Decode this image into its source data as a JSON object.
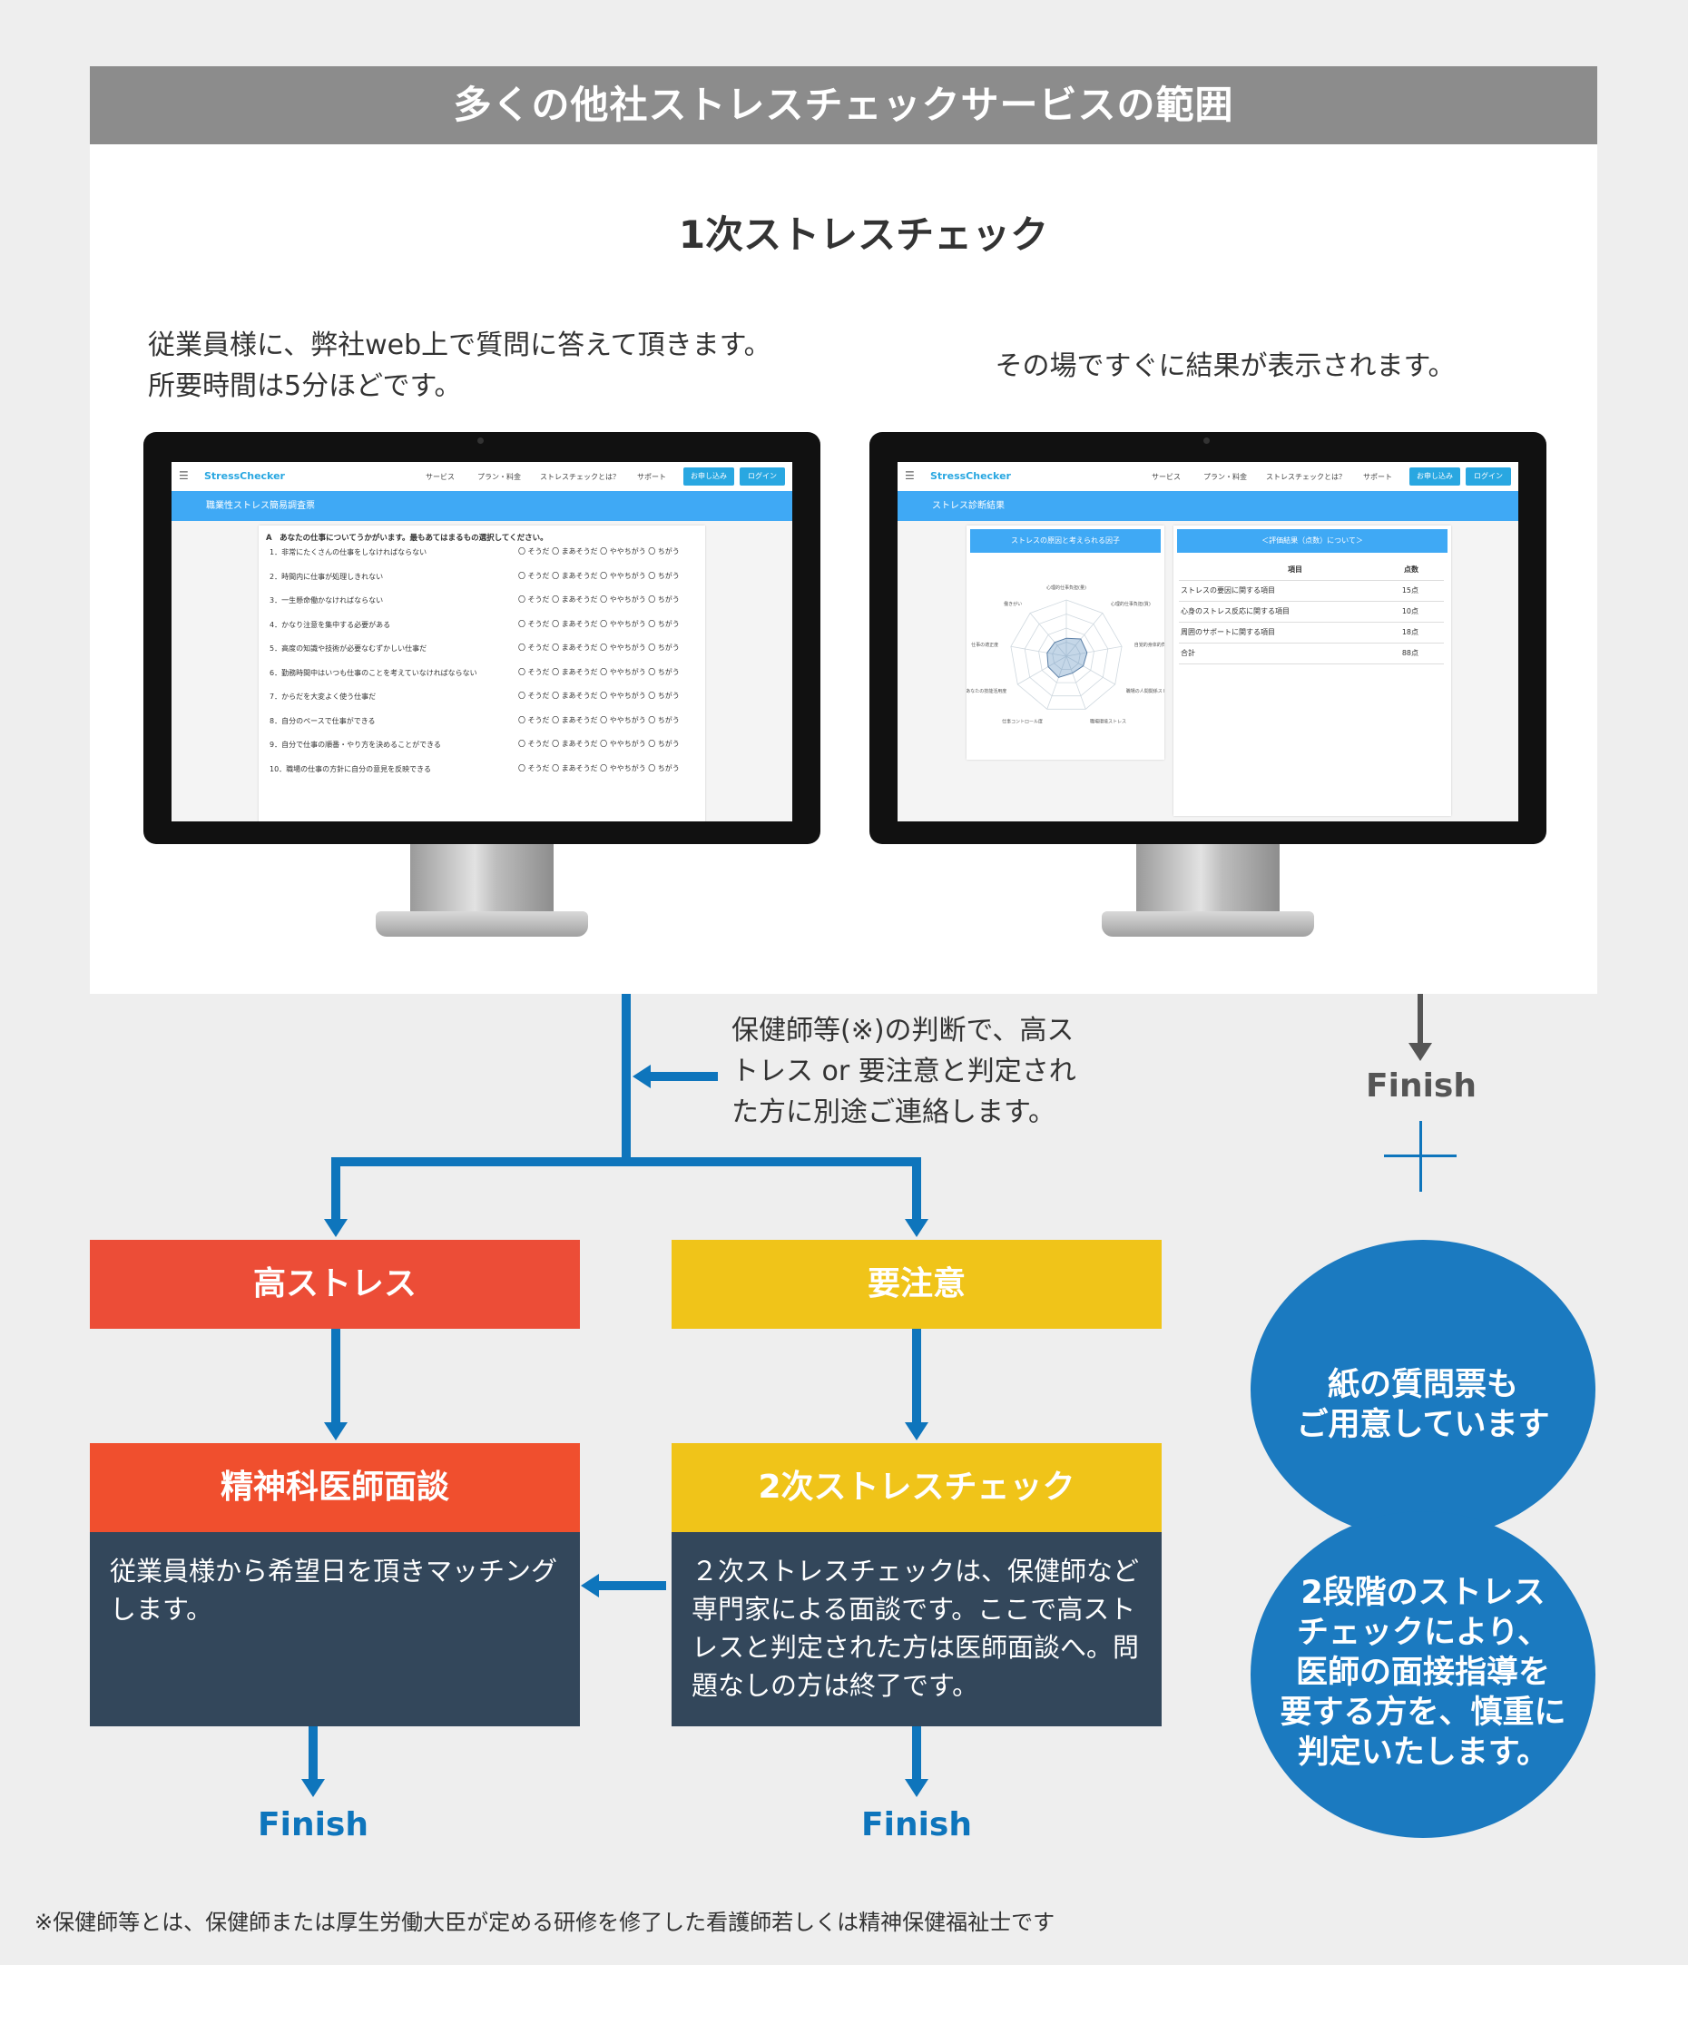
{
  "header": {
    "title": "多くの他社ストレスチェックサービスの範囲"
  },
  "first_check": {
    "title": "1次ストレスチェック",
    "desc_left": [
      "従業員様に、弊社web上で質問に答えて頂きます。",
      "所要時間は5分ほどです。"
    ],
    "desc_right": "その場ですぐに結果が表示されます。"
  },
  "site": {
    "logo": "StressChecker",
    "nav": [
      "サービス",
      "プラン・料金",
      "ストレスチェックとは？",
      "サポート"
    ],
    "btn_apply": "お申し込み",
    "btn_login": "ログイン"
  },
  "screen_left": {
    "bar_title": "職業性ストレス簡易調査票",
    "section_title": "A　あなたの仕事についてうかがいます。最もあてはまるもの選択してください。",
    "options": "〇 そうだ 〇 まあそうだ 〇 ややちがう 〇 ちがう",
    "questions": [
      "1．非常にたくさんの仕事をしなければならない",
      "2．時間内に仕事が処理しきれない",
      "3．一生懸命働かなければならない",
      "4．かなり注意を集中する必要がある",
      "5．高度の知識や技術が必要なむずかしい仕事だ",
      "6．勤務時間中はいつも仕事のことを考えていなければならない",
      "7．からだを大変よく使う仕事だ",
      "8．自分のペースで仕事ができる",
      "9．自分で仕事の順番・やり方を決めることができる",
      "10．職場の仕事の方針に自分の意見を反映できる"
    ]
  },
  "screen_right": {
    "bar_title": "ストレス診断結果",
    "radar_title": "ストレスの原因と考えられる因子",
    "radar_labels": [
      "心理的仕事負担(量)",
      "心理的仕事負担(質)",
      "自覚的身体的負担度",
      "職場の人間関係ストレス",
      "職場環境ストレス",
      "仕事コントロール度",
      "あなたの技能活用度",
      "仕事の適正度",
      "働きがい"
    ],
    "table_title": "＜評価結果（点数）について＞",
    "table_headers": [
      "項目",
      "点数"
    ],
    "table_rows": [
      {
        "item": "ストレスの要因に関する項目",
        "score": "15点"
      },
      {
        "item": "心身のストレス反応に関する項目",
        "score": "10点"
      },
      {
        "item": "周囲のサポートに関する項目",
        "score": "18点"
      },
      {
        "item": "合計",
        "score": "88点"
      }
    ]
  },
  "flow": {
    "note": [
      "保健師等(※)の判断で、高ス",
      "トレス or 要注意と判定され",
      "た方に別途ご連絡します。"
    ],
    "finish_gray": "Finish",
    "high_stress": "高ストレス",
    "caution": "要注意",
    "doctor_interview": "精神科医師面談",
    "doctor_body": "従業員様から希望日を頂きマッチングします。",
    "second_check": "2次ストレスチェック",
    "second_body": "２次ストレスチェックは、保健師など専門家による面談です。ここで高ストレスと判定された方は医師面談へ。問題なしの方は終了です。",
    "finish_left": "Finish",
    "finish_right": "Finish"
  },
  "circles": {
    "top": [
      "紙の質問票も",
      "ご用意しています"
    ],
    "bottom": [
      "2段階のストレス",
      "チェックにより、",
      "医師の面接指導を",
      "要する方を、慎重に",
      "判定いたします。"
    ]
  },
  "footnote": "※保健師等とは、保健師または厚生労働大臣が定める研修を修了した看護師若しくは精神保健福祉士です",
  "colors": {
    "header_gray": "#8c8c8c",
    "flow_blue": "#0e75bc",
    "high_stress_red": "#ec4d37",
    "doctor_red": "#f04f2e",
    "caution_yellow": "#f0c419",
    "body_navy": "#33475b",
    "circle_blue": "#1b7ac0",
    "screen_blue": "#3fa9f5"
  }
}
